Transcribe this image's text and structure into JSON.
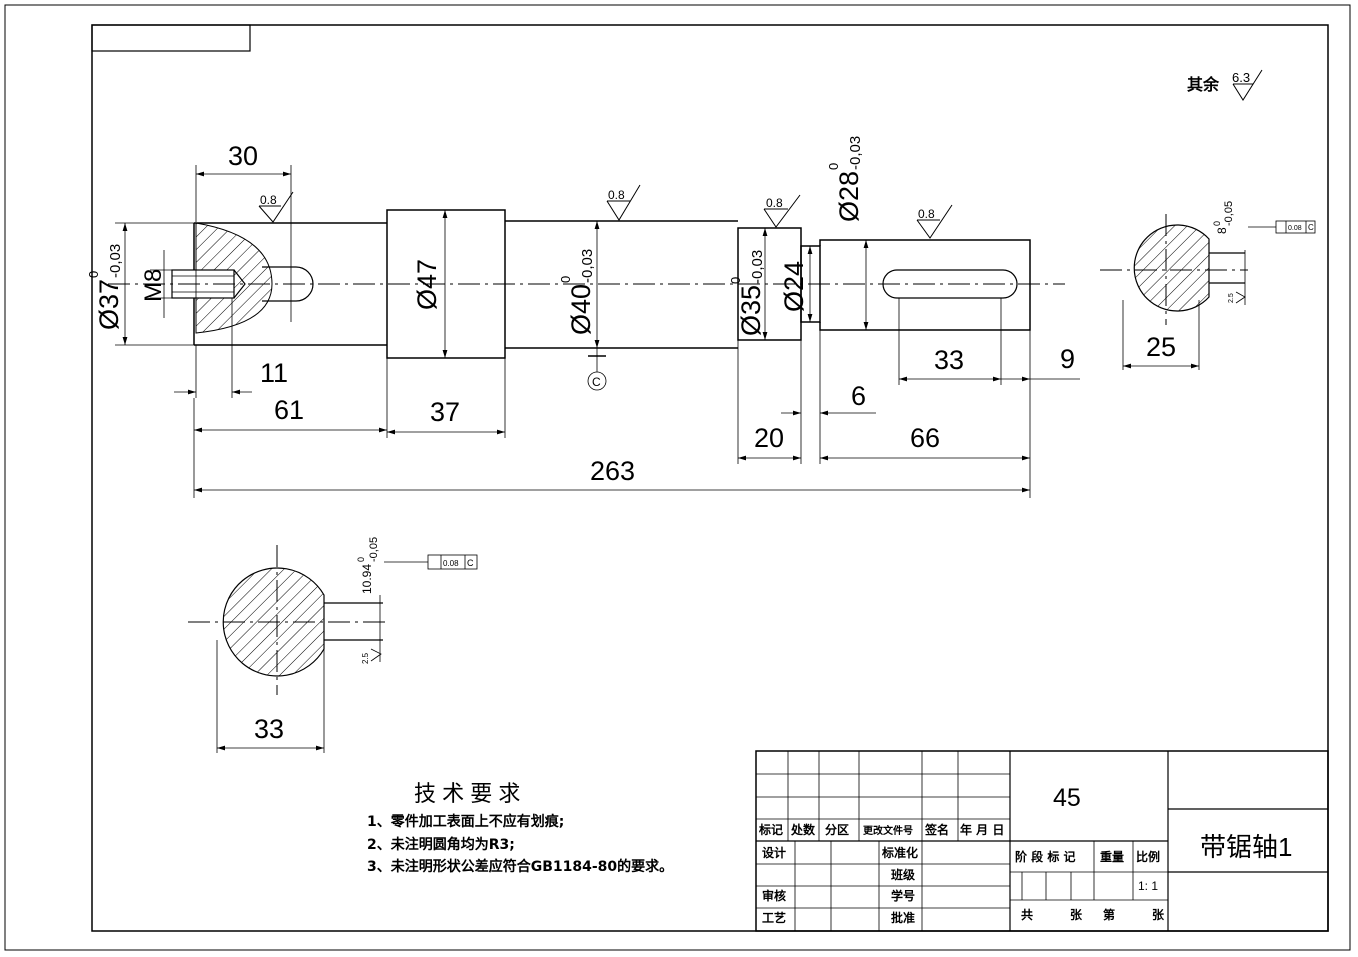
{
  "roughness": {
    "other_label": "其余",
    "other_value": "6.3",
    "ra": "0.8",
    "key_ra": "2.5"
  },
  "dims": {
    "d30": "30",
    "d61": "61",
    "d11": "11",
    "d37": "37",
    "d263": "263",
    "d20": "20",
    "d6": "6",
    "d66": "66",
    "d33": "33",
    "d9": "9",
    "d25": "25",
    "d33b": "33"
  },
  "diam": {
    "d37": "Ø37",
    "m8": "M8",
    "d47": "Ø47",
    "d40": "Ø40",
    "d35": "Ø35",
    "d24": "Ø24",
    "d28": "Ø28",
    "tol_upper": "0",
    "tol_lower": "-0,03"
  },
  "sections": {
    "right_depth": "8",
    "right_tol_upper": "0",
    "right_tol_lower": "-0,05",
    "left_depth": "10.94",
    "left_tol_upper": "0",
    "left_tol_lower": "-0,05",
    "flatness": "0.08",
    "datum": "C"
  },
  "tech": {
    "title": "技 术 要 求",
    "items": [
      "1、零件加工表面上不应有划痕;",
      "2、未注明圆角均为R3;",
      "3、未注明形状公差应符合GB1184-80的要求。"
    ]
  },
  "title_block": {
    "material": "45",
    "part_name": "带锯轴1",
    "rev_headers": [
      "标记",
      "处数",
      "分区",
      "更改文件号",
      "签名",
      "年 月 日"
    ],
    "design": "设计",
    "standardize": "标准化",
    "class_label": "班级",
    "review": "审核",
    "student_id": "学号",
    "process": "工艺",
    "approve": "批准",
    "stage_mark": "阶 段 标 记",
    "weight": "重量",
    "scale_label": "比例",
    "scale_value": "1: 1",
    "sheet_total": "共",
    "sheet_unit1": "张",
    "sheet_no": "第",
    "sheet_unit2": "张"
  }
}
